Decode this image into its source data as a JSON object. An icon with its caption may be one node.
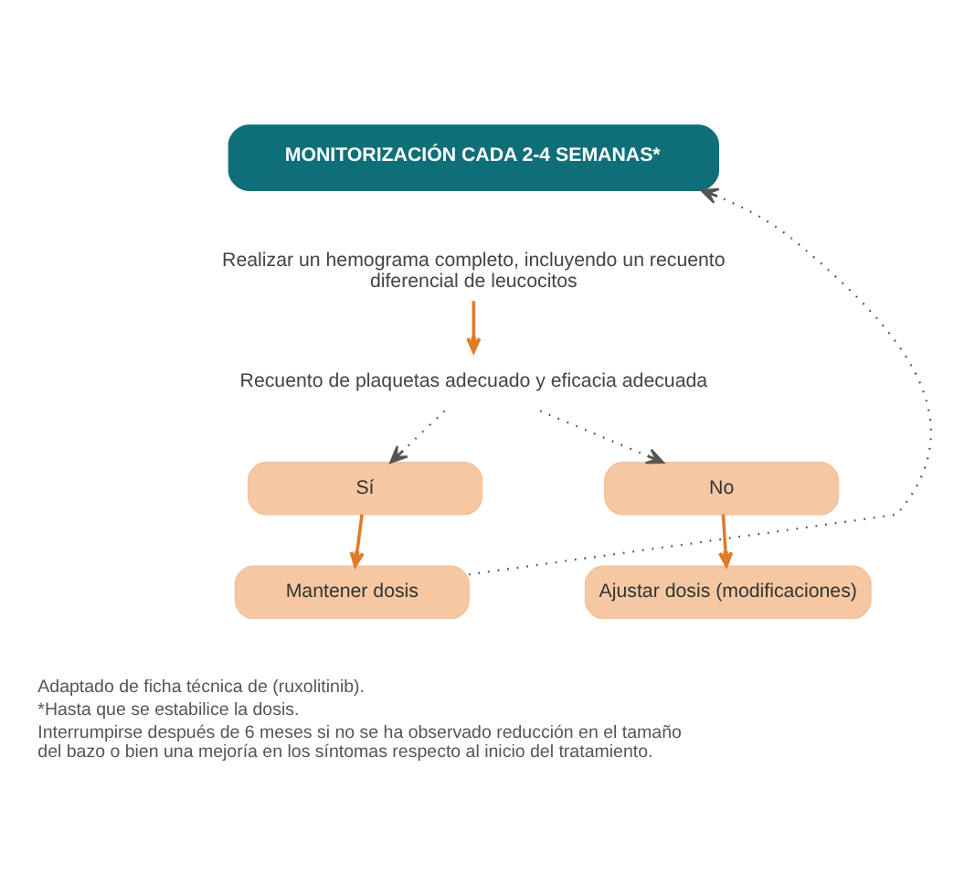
{
  "diagram": {
    "nodes": [
      {
        "text": [
          "MONITORIZACIÓN CADA 2-4 SEMANAS*"
        ]
      },
      {
        "text": [
          "Realizar un hemograma completo, incluyendo un recuento diferencial de leucocitos"
        ]
      },
      {
        "text": [
          "Recuento de plaquetas adecuado y eficacia adecuada"
        ]
      },
      {
        "text": [
          "Sí"
        ]
      },
      {
        "text": [
          "No"
        ]
      },
      {
        "text": [
          "Mantener dosis"
        ]
      },
      {
        "text": [
          "Ajustar dosis (modificaciones)"
        ]
      }
    ],
    "edges": [
      {
        "from": 1,
        "to": 2,
        "arrow": "to"
      },
      {
        "from": 2,
        "to": 3,
        "arrow": "to",
        "style": "dashed",
        "color": "#555555"
      },
      {
        "from": 2,
        "to": 4,
        "arrow": "to",
        "style": "dashed",
        "color": "#555555"
      },
      {
        "from": 3,
        "to": 5,
        "arrow": "to"
      },
      {
        "from": 4,
        "to": 6,
        "arrow": "to"
      },
      {
        "from": 5,
        "to": 0,
        "arrow": "to",
        "style": "dashed",
        "color": "#555555"
      }
    ],
    "labels": [
      "Adaptado de ficha técnica de (ruxolitinib).",
      "*Hasta que se estabilice la dosis.",
      "Interrumpirse después de 6 meses si no se ha observado reducción en el tamaño del bazo o bien una mejoría en los síntomas respecto al inicio del tratamiento."
    ]
  }
}
